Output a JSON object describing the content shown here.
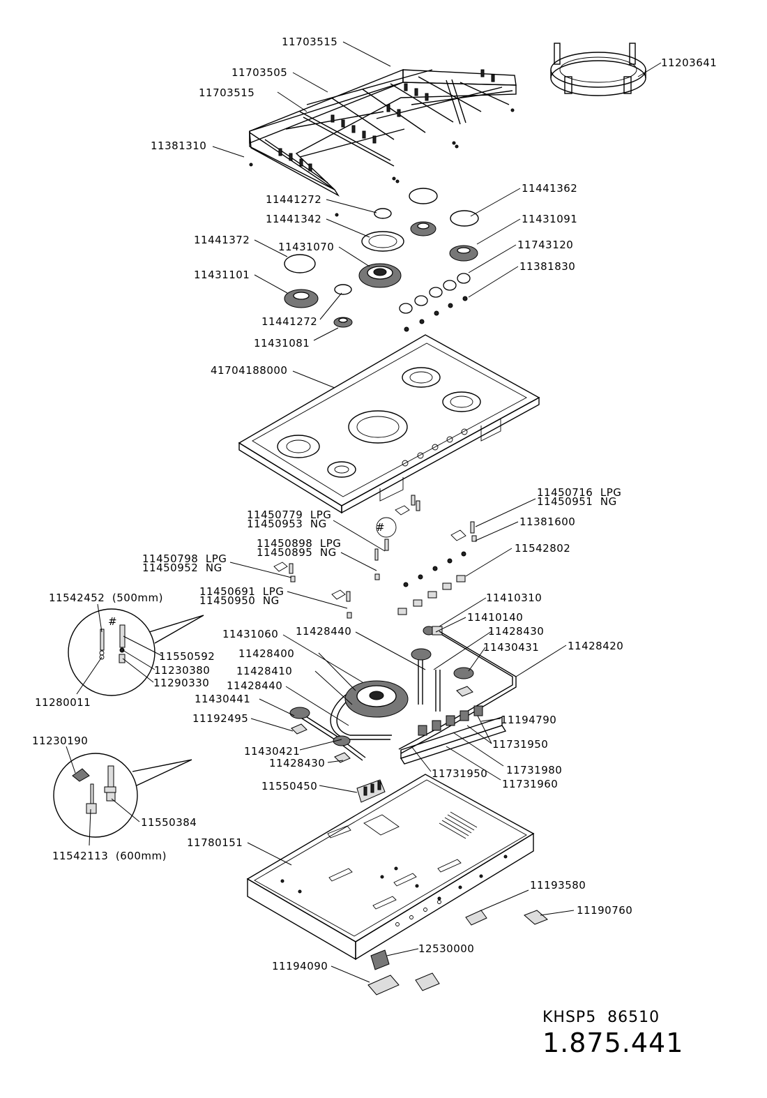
{
  "title": {
    "model": "KHSP5  86510",
    "number": "1.875.441"
  },
  "parts": [
    {
      "id": "p01",
      "text": "11703515"
    },
    {
      "id": "p02",
      "text": "11703505"
    },
    {
      "id": "p03",
      "text": "11703515"
    },
    {
      "id": "p04",
      "text": "11203641"
    },
    {
      "id": "p05",
      "text": "11381310"
    },
    {
      "id": "p06",
      "text": "11441272"
    },
    {
      "id": "p07",
      "text": "11441362"
    },
    {
      "id": "p08",
      "text": "11441342"
    },
    {
      "id": "p09",
      "text": "11431091"
    },
    {
      "id": "p10",
      "text": "11441372"
    },
    {
      "id": "p11",
      "text": "11431070"
    },
    {
      "id": "p12",
      "text": "11743120"
    },
    {
      "id": "p13",
      "text": "11381830"
    },
    {
      "id": "p14",
      "text": "11431101"
    },
    {
      "id": "p15",
      "text": "11441272"
    },
    {
      "id": "p16",
      "text": "11431081"
    },
    {
      "id": "p17",
      "text": "41704188000"
    },
    {
      "id": "p18",
      "text": "11450716  LPG"
    },
    {
      "id": "p19",
      "text": "11450951  NG"
    },
    {
      "id": "p20",
      "text": "11450779  LPG"
    },
    {
      "id": "p21",
      "text": "11450953  NG"
    },
    {
      "id": "p22",
      "text": "11381600"
    },
    {
      "id": "p23",
      "text": "11450898  LPG"
    },
    {
      "id": "p24",
      "text": "11450895  NG"
    },
    {
      "id": "p25",
      "text": "11542802"
    },
    {
      "id": "p26",
      "text": "11450798  LPG"
    },
    {
      "id": "p27",
      "text": "11450952  NG"
    },
    {
      "id": "p28",
      "text": "11542452  (500mm)"
    },
    {
      "id": "p29",
      "text": "11450691  LPG"
    },
    {
      "id": "p30",
      "text": "11450950  NG"
    },
    {
      "id": "p31",
      "text": "11410310"
    },
    {
      "id": "p32",
      "text": "11410140"
    },
    {
      "id": "p33",
      "text": "11431060"
    },
    {
      "id": "p34",
      "text": "11428440"
    },
    {
      "id": "p35",
      "text": "11428430"
    },
    {
      "id": "p36",
      "text": "11550592"
    },
    {
      "id": "p37",
      "text": "11428400"
    },
    {
      "id": "p38",
      "text": "11430431"
    },
    {
      "id": "p39",
      "text": "11428420"
    },
    {
      "id": "p40",
      "text": "11230380"
    },
    {
      "id": "p41",
      "text": "11428410"
    },
    {
      "id": "p42",
      "text": "11290330"
    },
    {
      "id": "p43",
      "text": "11428440"
    },
    {
      "id": "p44",
      "text": "11280011"
    },
    {
      "id": "p45",
      "text": "11430441"
    },
    {
      "id": "p46",
      "text": "11194790"
    },
    {
      "id": "p47",
      "text": "11192495"
    },
    {
      "id": "p48",
      "text": "11731950"
    },
    {
      "id": "p49",
      "text": "11230190"
    },
    {
      "id": "p50",
      "text": "11430421"
    },
    {
      "id": "p51",
      "text": "11428430"
    },
    {
      "id": "p52",
      "text": "11731980"
    },
    {
      "id": "p53",
      "text": "11731950"
    },
    {
      "id": "p54",
      "text": "11731960"
    },
    {
      "id": "p55",
      "text": "11550450"
    },
    {
      "id": "p56",
      "text": "11550384"
    },
    {
      "id": "p57",
      "text": "11780151"
    },
    {
      "id": "p58",
      "text": "11542113  (600mm)"
    },
    {
      "id": "p59",
      "text": "11193580"
    },
    {
      "id": "p60",
      "text": "11190760"
    },
    {
      "id": "p61",
      "text": "12530000"
    },
    {
      "id": "p62",
      "text": "11194090"
    }
  ],
  "detail_marks": {
    "hash1": "#",
    "hash2": "#"
  }
}
